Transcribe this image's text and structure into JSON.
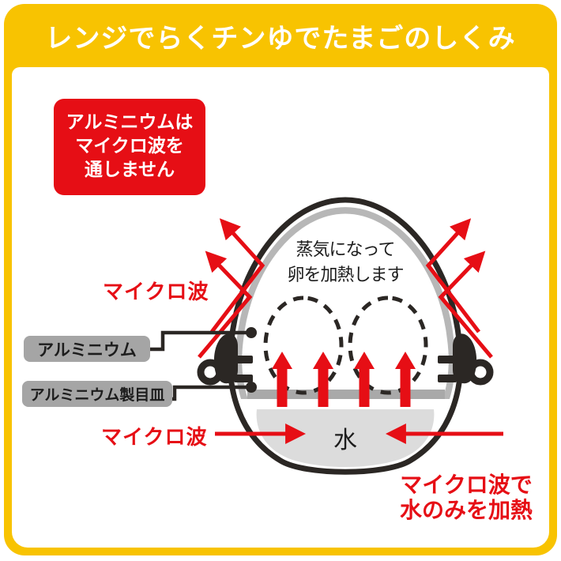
{
  "header": {
    "title": "レンジでらくチンゆでたまごのしくみ"
  },
  "note_box": {
    "text": "アルミニウムは\nマイクロ波を\n通しません"
  },
  "diagram": {
    "microwave_label_upper": "マイクロ波",
    "microwave_label_lower": "マイクロ波",
    "aluminum_label": "アルミニウム",
    "aluminum_plate_label": "アルミニウム製目皿",
    "steam_text": "蒸気になって\n卵を加熱します",
    "water_label": "水",
    "bottom_note": "マイクロ波で\n水のみを加熱"
  },
  "colors": {
    "frame_yellow": "#F8C301",
    "accent_red": "#E60E15",
    "label_gray": "#A5A5A5",
    "shell_black": "#2B2724",
    "shell_band_gray": "#B7B7B7",
    "plate_gray": "#A9A9A9",
    "water_gray": "#DCDCDC"
  }
}
